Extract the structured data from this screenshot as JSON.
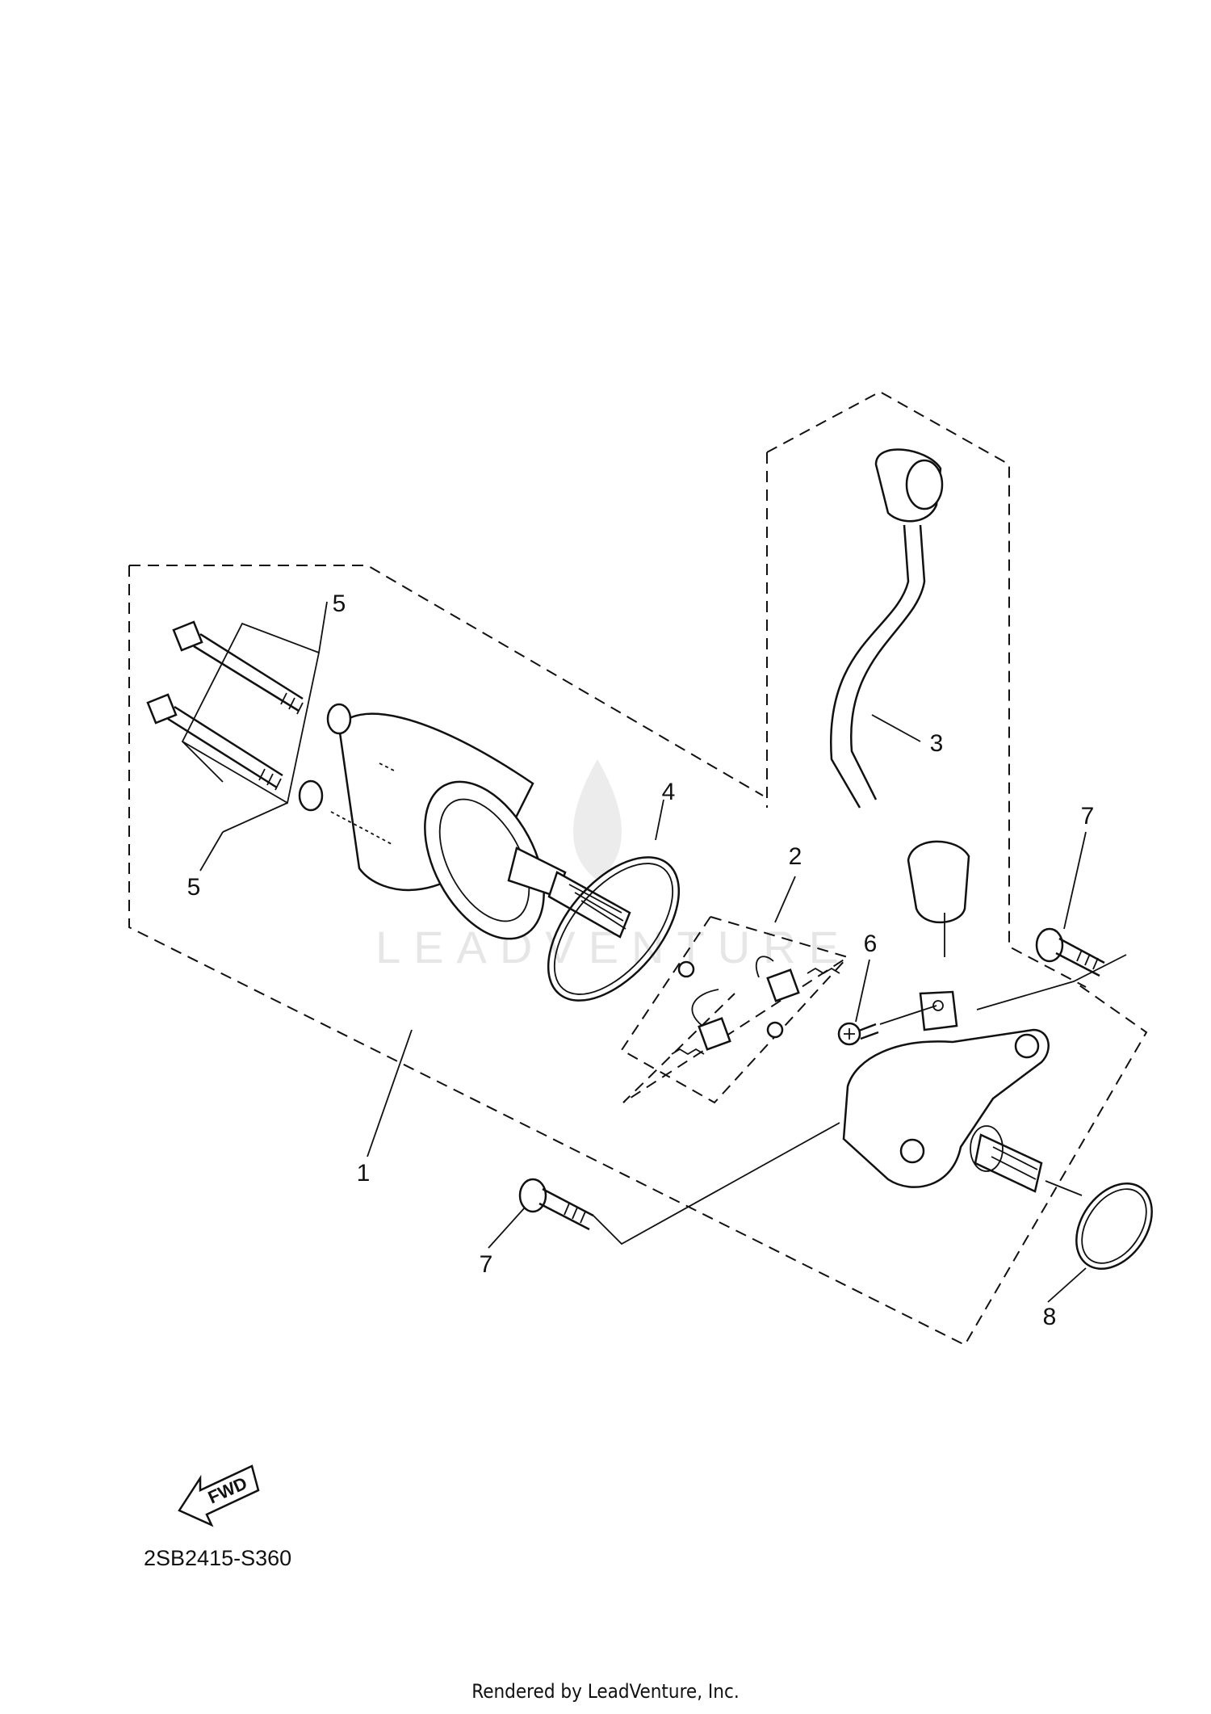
{
  "diagram": {
    "diagram_code": "2SB2415-S360",
    "credit": "Rendered by LeadVenture, Inc.",
    "watermark": "LEADVENTURE",
    "direction_label": "FWD",
    "callouts": [
      "1",
      "2",
      "3",
      "4",
      "5",
      "5",
      "6",
      "7",
      "7",
      "8"
    ]
  }
}
